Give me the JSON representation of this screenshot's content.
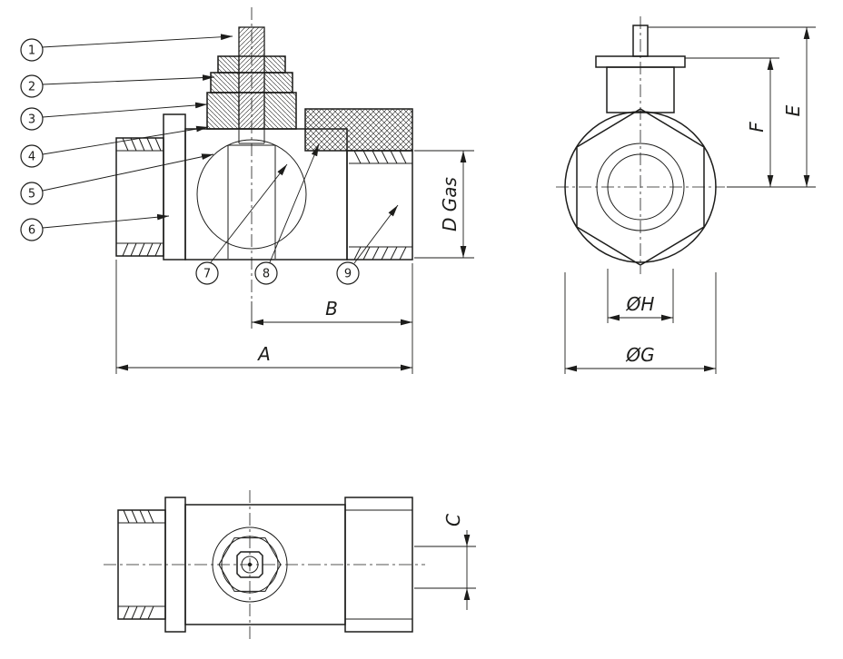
{
  "colors": {
    "line": "#1d1d1b",
    "background": "#ffffff"
  },
  "callouts": [
    {
      "n": "1"
    },
    {
      "n": "2"
    },
    {
      "n": "3"
    },
    {
      "n": "4"
    },
    {
      "n": "5"
    },
    {
      "n": "6"
    },
    {
      "n": "7"
    },
    {
      "n": "8"
    },
    {
      "n": "9"
    }
  ],
  "dimensions": {
    "A": "A",
    "B": "B",
    "C": "C",
    "D_gas": "D Gas",
    "E": "E",
    "F": "F",
    "H": "ØH",
    "G": "ØG"
  }
}
